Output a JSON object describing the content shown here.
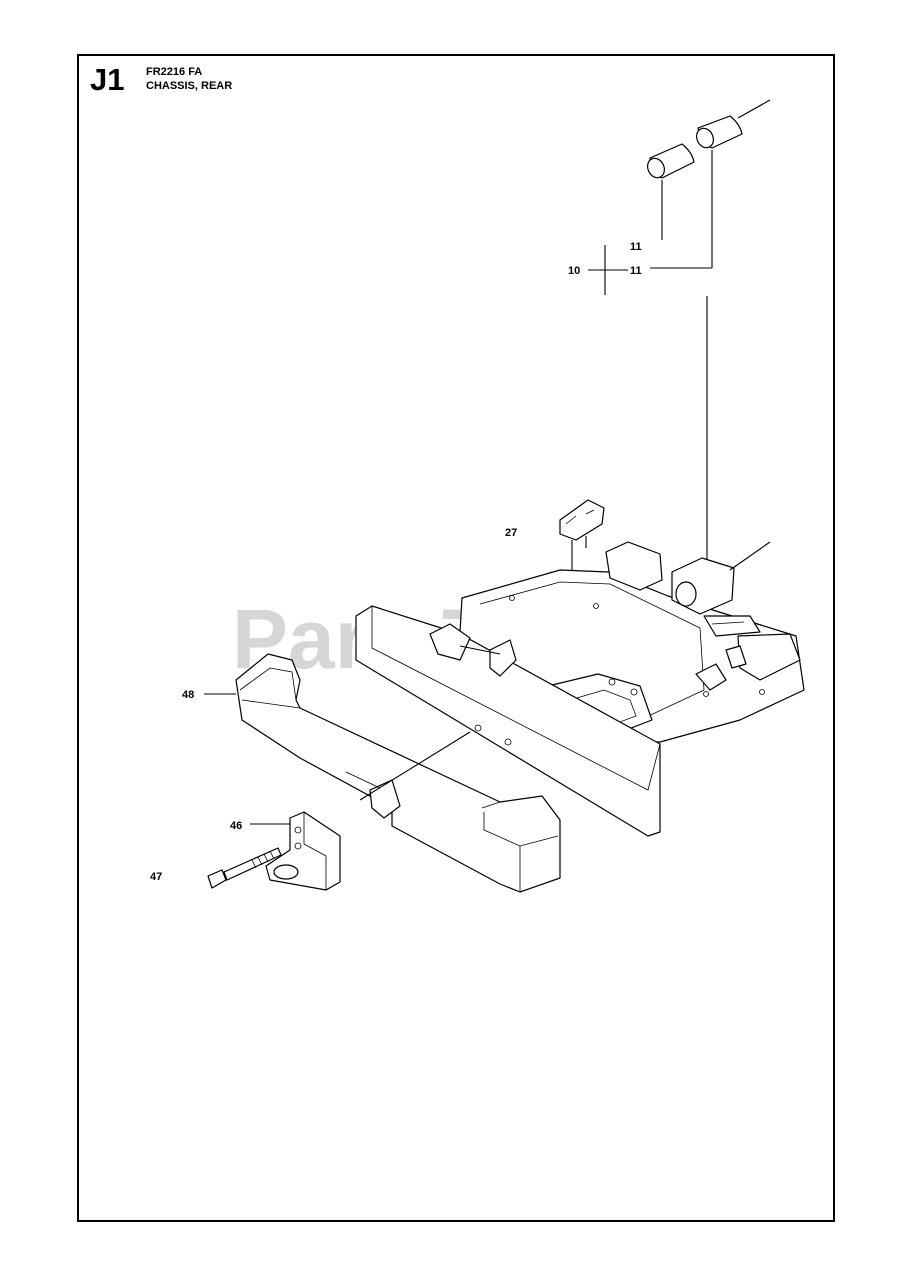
{
  "header": {
    "section_code": "J1",
    "model_code": "FR2216 FA",
    "section_title": "CHASSIS, REAR"
  },
  "callouts": [
    {
      "id": "callout-11-top",
      "label": "11"
    },
    {
      "id": "callout-10",
      "label": "10"
    },
    {
      "id": "callout-11-bottom",
      "label": "11"
    },
    {
      "id": "callout-27",
      "label": "27"
    },
    {
      "id": "callout-48",
      "label": "48"
    },
    {
      "id": "callout-46",
      "label": "46"
    },
    {
      "id": "callout-47",
      "label": "47"
    }
  ],
  "watermark": {
    "text": "PartsTree",
    "mark": "™"
  }
}
